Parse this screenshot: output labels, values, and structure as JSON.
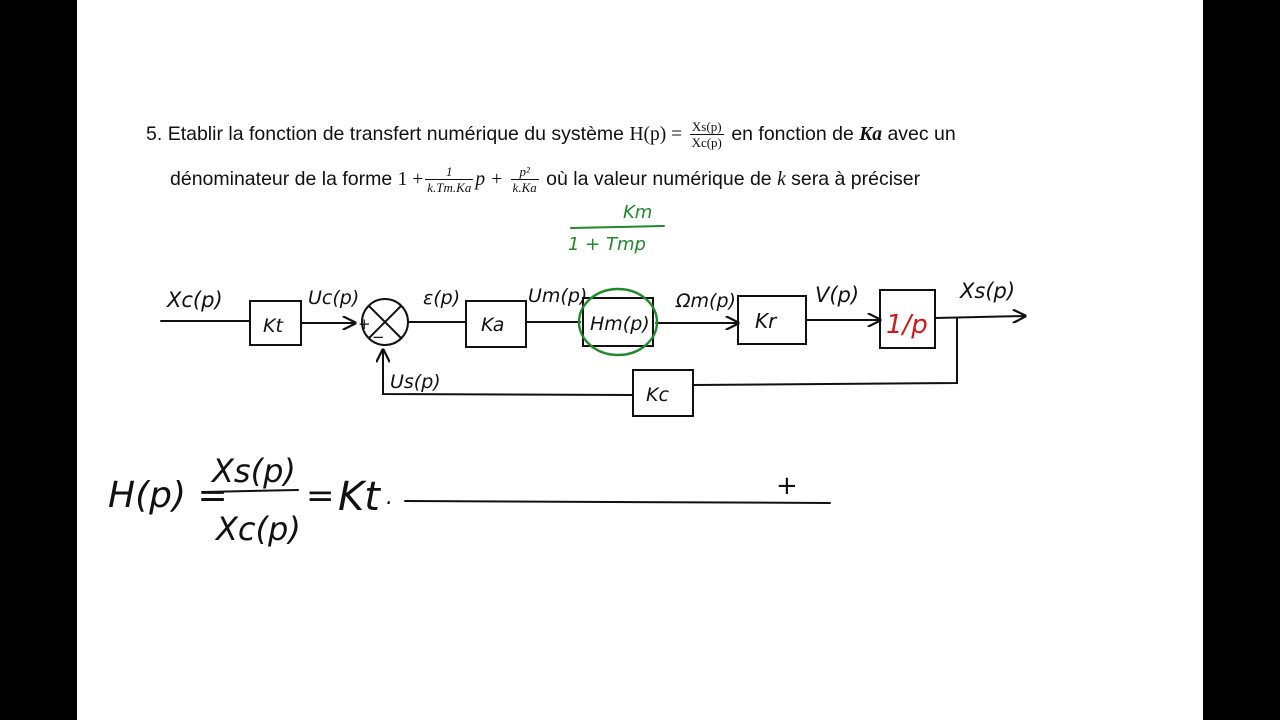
{
  "question": {
    "number": "5.",
    "text_before_H": "Etablir la fonction de transfert numérique du système",
    "H_lhs": "H(p) =",
    "H_num": "Xs(p)",
    "H_den": "Xc(p)",
    "text_after_H": "en fonction de",
    "Ka_symbol": "Ka",
    "text_after_Ka": "avec un",
    "line2_start": "dénominateur de la forme",
    "denom_one_plus": "1 +",
    "frac1_num": "1",
    "frac1_den": "k.Tm.Ka",
    "p_plus": "p +",
    "frac2_num": "p²",
    "frac2_den": "k.Ka",
    "line2_end_a": "où la valeur numérique de",
    "k_symbol": "k",
    "line2_end_b": "sera à préciser"
  },
  "diagram": {
    "annotation_num": "Km",
    "annotation_den": "1 + Tmp",
    "signals": {
      "xc": "Xc(p)",
      "uc": "Uc(p)",
      "eps": "ε(p)",
      "um": "Um(p)",
      "omega": "Ωm(p)",
      "v": "V(p)",
      "xs": "Xs(p)",
      "us": "Us(p)"
    },
    "blocks": {
      "kt": "Kt",
      "ka": "Ka",
      "hm": "Hm(p)",
      "kr": "Kr",
      "integ": "1/p",
      "kc": "Kc"
    },
    "summer_plus": "+",
    "summer_minus": "−"
  },
  "equation": {
    "lhs": "H(p) =",
    "num": "Xs(p)",
    "den": "Xc(p)",
    "eq": "=",
    "kt": "Kt",
    "dot": ".",
    "cursor": "+"
  },
  "colors": {
    "green": "#1e8a2a",
    "red": "#d01a1a",
    "ink": "#111111"
  }
}
